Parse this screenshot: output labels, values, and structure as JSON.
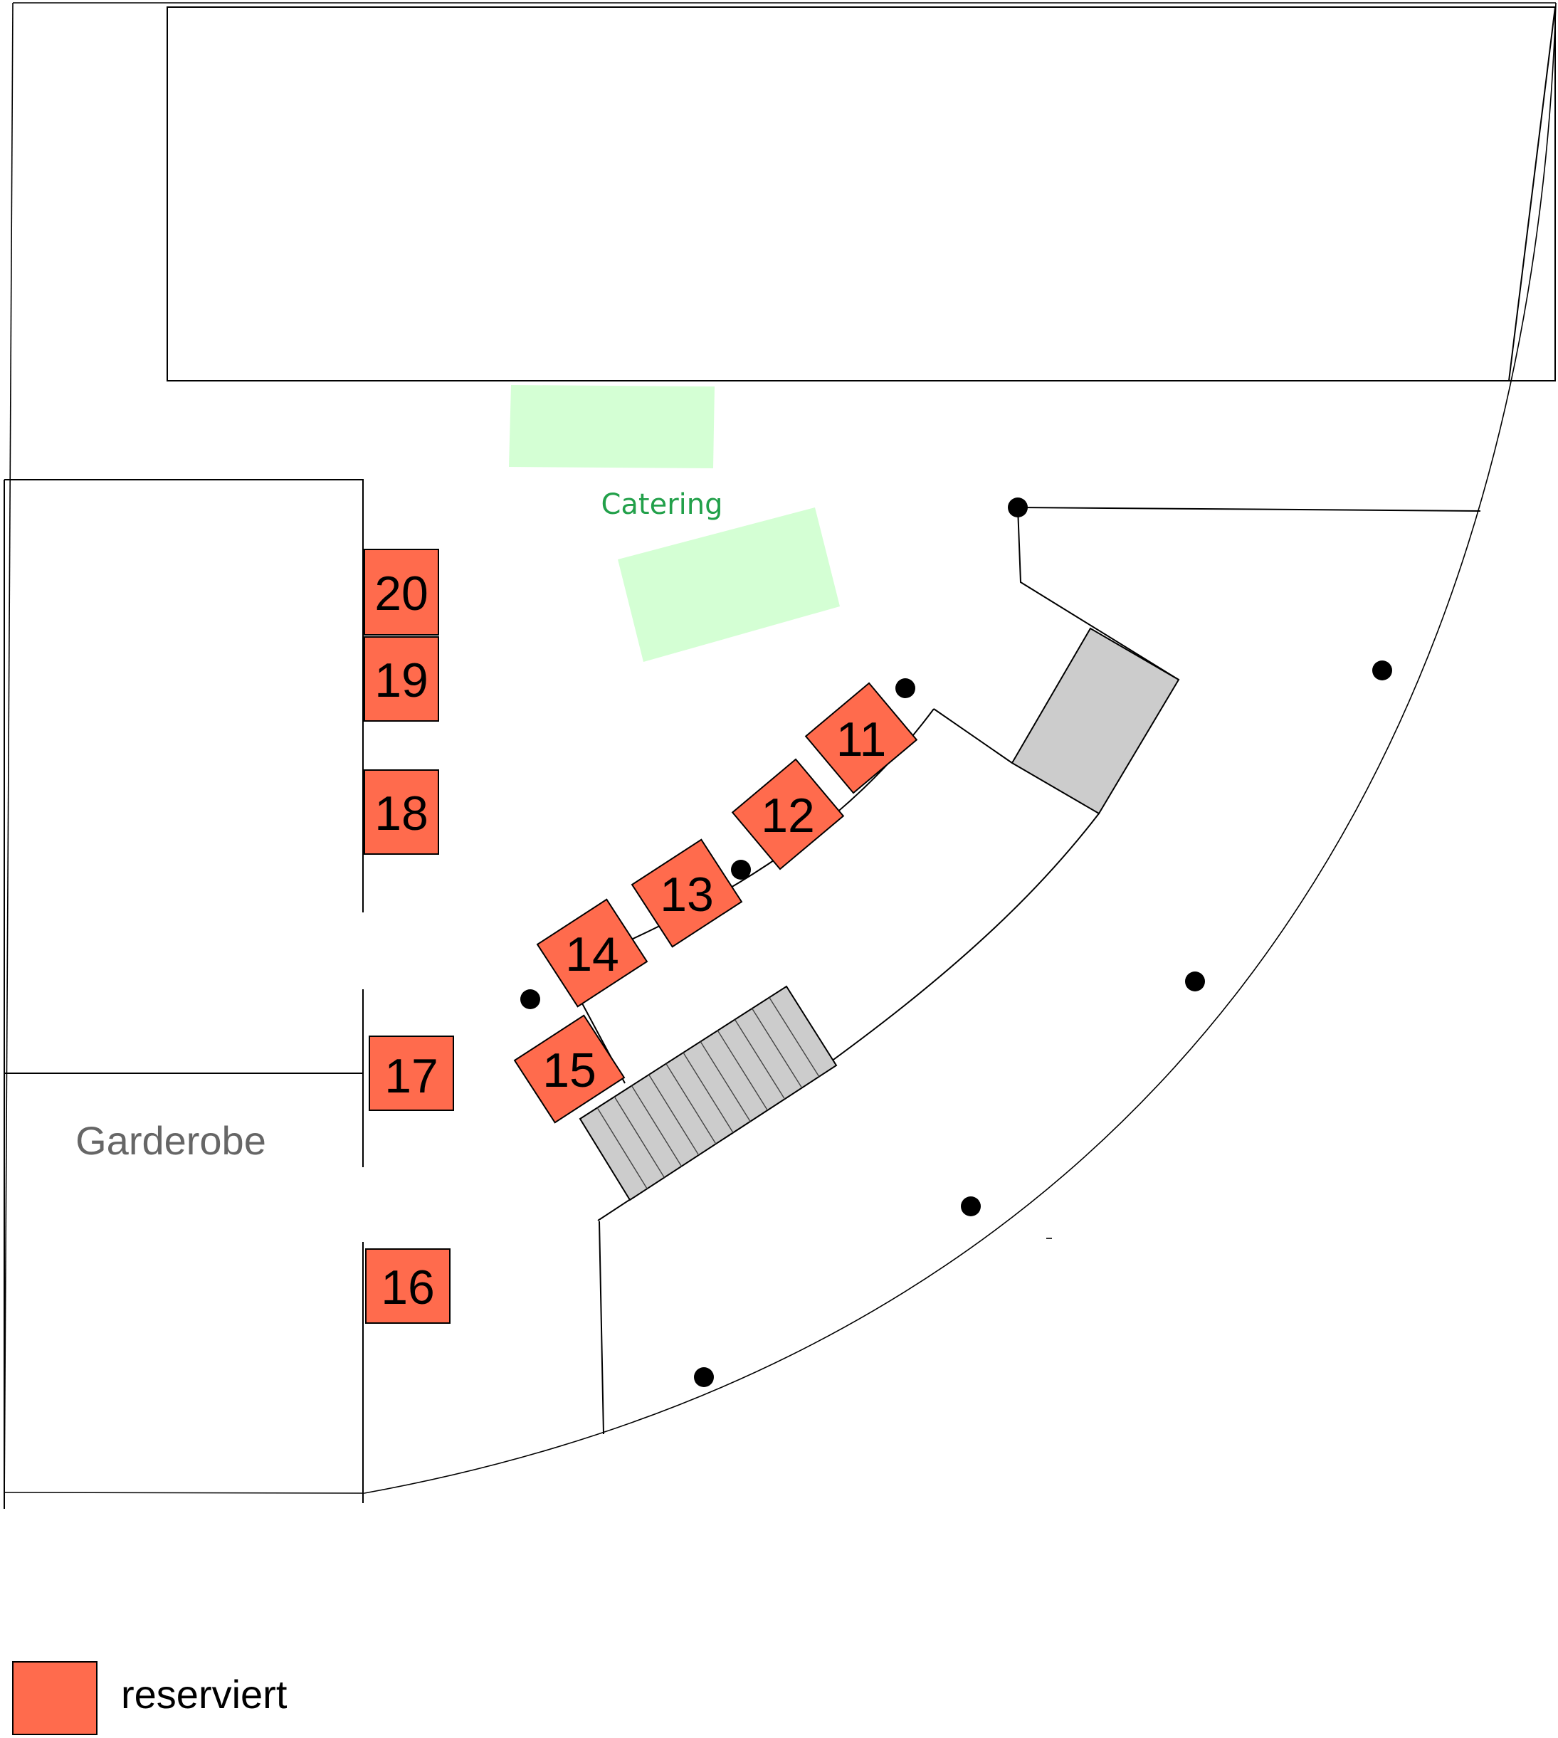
{
  "labels": {
    "catering": "Catering",
    "garderobe": "Garderobe"
  },
  "booths": [
    {
      "id": "booth-20",
      "number": "20"
    },
    {
      "id": "booth-19",
      "number": "19"
    },
    {
      "id": "booth-18",
      "number": "18"
    },
    {
      "id": "booth-17",
      "number": "17"
    },
    {
      "id": "booth-16",
      "number": "16"
    },
    {
      "id": "booth-15",
      "number": "15"
    },
    {
      "id": "booth-14",
      "number": "14"
    },
    {
      "id": "booth-13",
      "number": "13"
    },
    {
      "id": "booth-12",
      "number": "12"
    },
    {
      "id": "booth-11",
      "number": "11"
    }
  ],
  "legend": {
    "reserved_label": "reserviert",
    "reserved_color": "#ff6b4d"
  },
  "colors": {
    "reserved": "#ff6b4d",
    "catering_area": "#ccffcc",
    "catering_text": "#22a04a",
    "stage": "#cccccc"
  }
}
